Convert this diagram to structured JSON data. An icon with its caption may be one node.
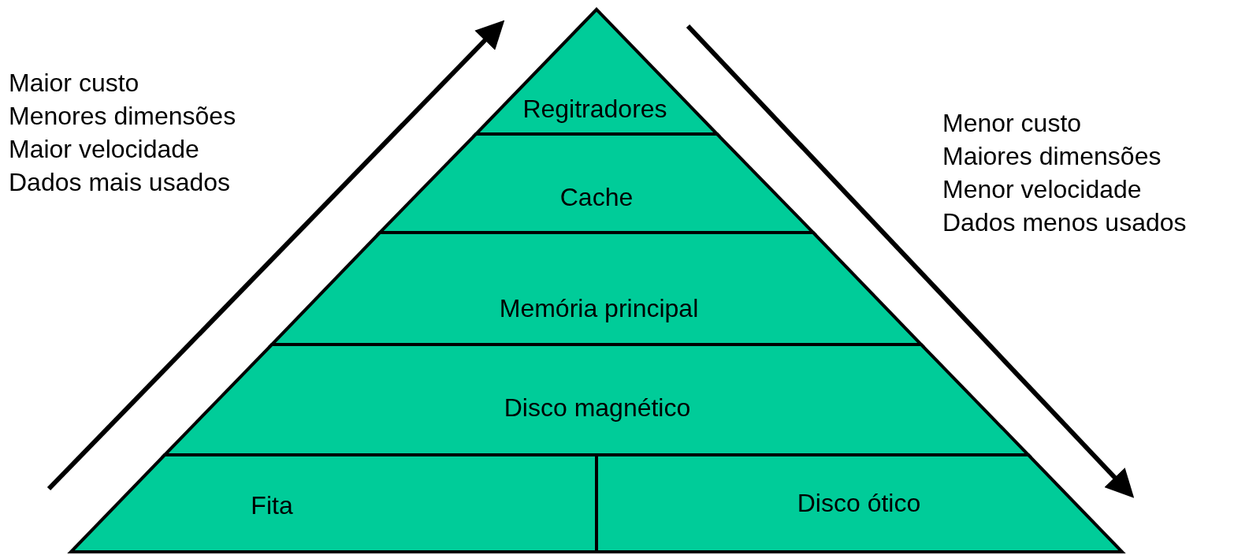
{
  "diagram": {
    "nodes": [
      {
        "text": [
          "Regitradores"
        ]
      },
      {
        "text": [
          "Cache"
        ]
      },
      {
        "text": [
          "Memória principal"
        ]
      },
      {
        "text": [
          "Disco magnético"
        ]
      },
      {
        "text": [
          "Fita"
        ]
      },
      {
        "text": [
          "Disco ótico"
        ]
      }
    ],
    "labels": [
      "Maior custo",
      "Menores dimensões",
      "Maior velocidade",
      "Dados mais usados",
      "Menor custo",
      "Maiores dimensões",
      "Menor velocidade",
      "Dados menos usados"
    ]
  }
}
